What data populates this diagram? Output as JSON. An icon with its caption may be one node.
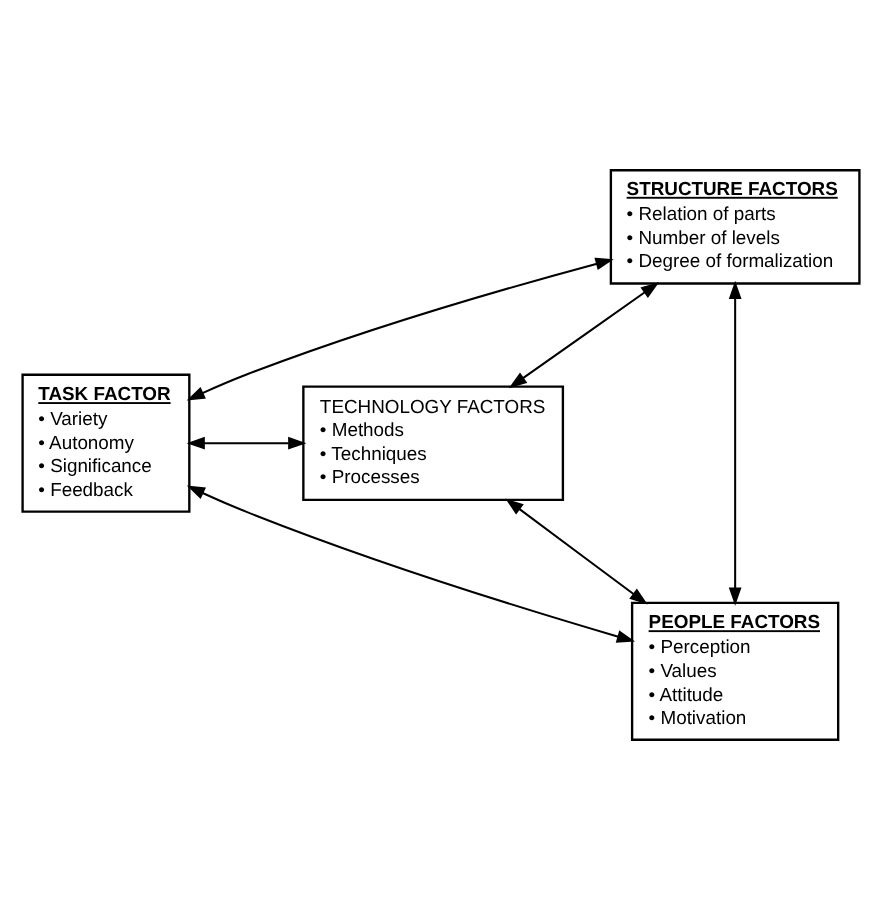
{
  "diagram": {
    "nodes": [
      {
        "text": [
          "STRUCTURE FACTORS",
          "• Relation of parts",
          "• Number of levels",
          "• Degree of formalization"
        ]
      },
      {
        "text": [
          "TASK FACTOR",
          "• Variety",
          "• Autonomy",
          "• Significance",
          "• Feedback"
        ]
      },
      {
        "text": [
          "TECHNOLOGY FACTORS",
          "• Methods",
          "• Techniques",
          "• Processes"
        ]
      },
      {
        "text": [
          "PEOPLE FACTORS",
          "• Perception",
          "• Values",
          "• Attitude",
          "• Motivation"
        ]
      }
    ],
    "edges": [
      {
        "from": 0,
        "to": 1,
        "arrow": "both"
      },
      {
        "from": 0,
        "to": 2,
        "arrow": "both"
      },
      {
        "from": 1,
        "to": 2,
        "arrow": "both"
      },
      {
        "from": 0,
        "to": 3,
        "arrow": "both"
      },
      {
        "from": 1,
        "to": 3,
        "arrow": "both"
      },
      {
        "from": 2,
        "to": 3,
        "arrow": "both"
      }
    ]
  }
}
